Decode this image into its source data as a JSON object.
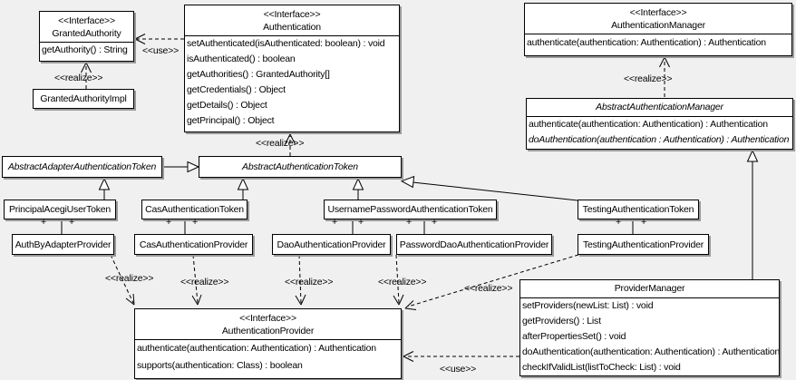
{
  "diagram": {
    "background_color": "#f0f0f0",
    "box_fill": "#ffffff",
    "box_border": "#000000",
    "shadow_color": "#9a9a9a"
  },
  "edge_labels": {
    "use": "<<use>>",
    "realize": "<<realize>>",
    "plus": "+"
  },
  "classes": [
    {
      "stereotype": "<<Interface>>",
      "name": "GrantedAuthority",
      "methods": [
        "getAuthority() : String"
      ]
    },
    {
      "stereotype": "<<Interface>>",
      "name": "Authentication",
      "methods": [
        "setAuthenticated(isAuthenticated: boolean) : void",
        "isAuthenticated() : boolean",
        "getAuthorities() : GrantedAuthority[]",
        "getCredentials() : Object",
        "getDetails() : Object",
        "getPrincipal() : Object"
      ]
    },
    {
      "name": "GrantedAuthorityImpl"
    },
    {
      "stereotype": "<<Interface>>",
      "name": "AuthenticationManager",
      "methods": [
        "authenticate(authentication: Authentication) : Authentication"
      ]
    },
    {
      "name": "AbstractAuthenticationManager",
      "methods": [
        "authenticate(authentication: Authentication) : Authentication",
        "doAuthentication(authentication : Authentication) : Authentication"
      ]
    },
    {
      "name": "AbstractAdapterAuthenticationToken"
    },
    {
      "name": "AbstractAuthenticationToken"
    },
    {
      "name": "PrincipalAcegiUserToken"
    },
    {
      "name": "CasAuthenticationToken"
    },
    {
      "name": "UsernamePasswordAuthenticationToken"
    },
    {
      "name": "TestingAuthenticationToken"
    },
    {
      "name": "AuthByAdapterProvider"
    },
    {
      "name": "CasAuthenticationProvider"
    },
    {
      "name": "DaoAuthenticationProvider"
    },
    {
      "name": "PasswordDaoAuthenticationProvider"
    },
    {
      "name": "TestingAuthenticationProvider"
    },
    {
      "stereotype": "<<Interface>>",
      "name": "AuthenticationProvider",
      "methods": [
        "authenticate(authentication: Authentication) : Authentication",
        "supports(authentication: Class) : boolean"
      ]
    },
    {
      "name": "ProviderManager",
      "methods": [
        "setProviders(newList: List) : void",
        "getProviders() : List",
        "afterPropertiesSet() : void",
        "doAuthentication(authentication: Authentication) : Authentication",
        "checkIfValidList(listToCheck: List) : void"
      ]
    }
  ]
}
